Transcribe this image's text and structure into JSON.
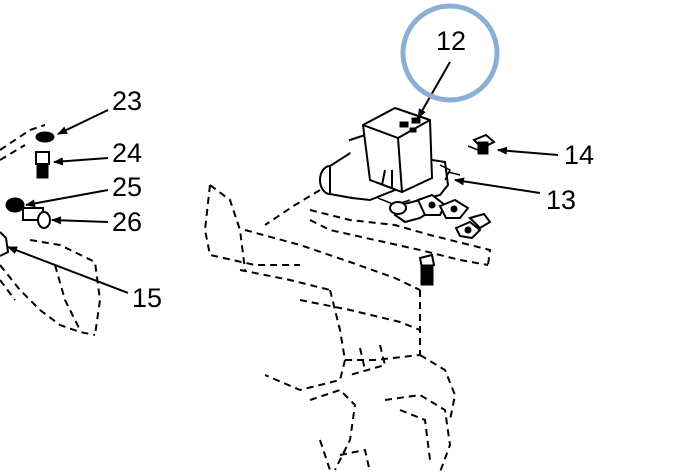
{
  "callouts": {
    "c12": "12",
    "c13": "13",
    "c14": "14",
    "c15": "15",
    "c23": "23",
    "c24": "24",
    "c25": "25",
    "c26": "26"
  },
  "colors": {
    "highlight_ring": "#8aaed4",
    "ink": "#000000",
    "background": "#ffffff"
  }
}
